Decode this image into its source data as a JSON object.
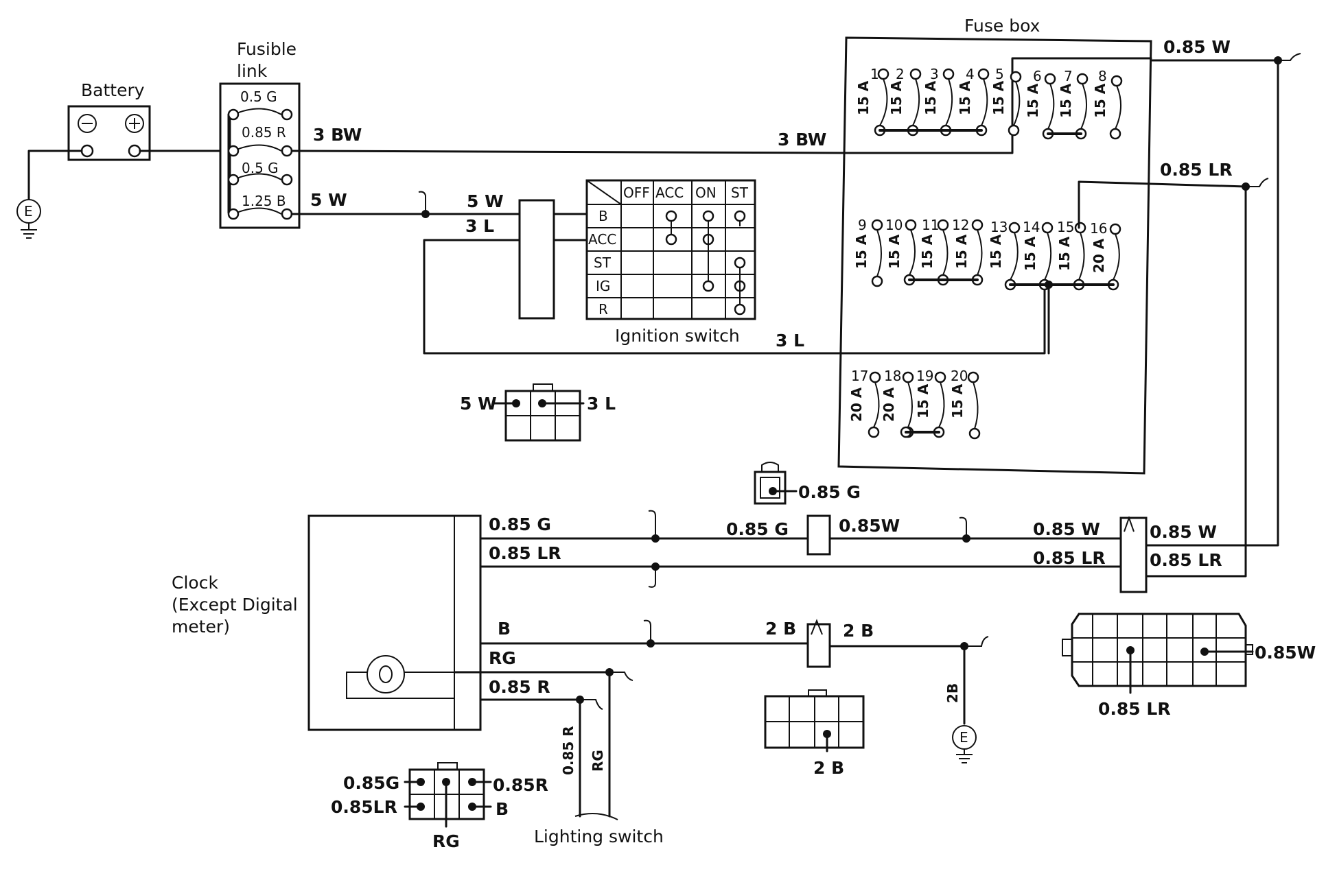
{
  "components": {
    "battery": "Battery",
    "fusible_link": [
      "Fusible",
      "link"
    ],
    "fuse_box": "Fuse box",
    "ignition_switch": "Ignition switch",
    "clock": [
      "Clock",
      "(Except Digital",
      "meter)"
    ],
    "lighting_switch": "Lighting switch",
    "ground": "E"
  },
  "fusible_links": [
    "0.5  G",
    "0.85  R",
    "0.5  G",
    "1.25  B"
  ],
  "ignition_table": {
    "columns": [
      "OFF",
      "ACC",
      "ON",
      "ST"
    ],
    "rows": [
      "B",
      "ACC",
      "ST",
      "IG",
      "R"
    ]
  },
  "fuses": {
    "top": [
      {
        "n": "1",
        "a": "15 A"
      },
      {
        "n": "2",
        "a": "15 A"
      },
      {
        "n": "3",
        "a": "15 A"
      },
      {
        "n": "4",
        "a": "15 A"
      },
      {
        "n": "5",
        "a": "15 A"
      },
      {
        "n": "6",
        "a": "15 A"
      },
      {
        "n": "7",
        "a": "15 A"
      },
      {
        "n": "8",
        "a": "15 A"
      }
    ],
    "middle": [
      {
        "n": "9",
        "a": "15 A"
      },
      {
        "n": "10",
        "a": "15 A"
      },
      {
        "n": "11",
        "a": "15 A"
      },
      {
        "n": "12",
        "a": "15 A"
      },
      {
        "n": "13",
        "a": "15 A"
      },
      {
        "n": "14",
        "a": "15 A"
      },
      {
        "n": "15",
        "a": "15 A"
      },
      {
        "n": "16",
        "a": "20 A"
      }
    ],
    "bottom": [
      {
        "n": "17",
        "a": "20 A"
      },
      {
        "n": "18",
        "a": "20 A"
      },
      {
        "n": "19",
        "a": "15 A"
      },
      {
        "n": "20",
        "a": "15 A"
      }
    ]
  },
  "wires": {
    "w3bw": "3 BW",
    "w5w": "5 W",
    "w3l": "3 L",
    "w085w": "0.85 W",
    "w085lr": "0.85 LR",
    "w085g": "0.85 G",
    "w085w_nospace": "0.85W",
    "w2b": "2 B",
    "w2b_vert": "2B",
    "wb": "B",
    "wrg": "RG",
    "w085r": "0.85 R"
  },
  "connectors": {
    "ign_conn": {
      "left": "5 W",
      "right": "3 L"
    },
    "single_conn": "0.85 G",
    "ground_conn": "2 B",
    "big_conn": {
      "bottom": "0.85 LR",
      "right": "0.85W"
    },
    "clock_conn": {
      "tl": "0.85G",
      "tr": "0.85R",
      "bl": "0.85LR",
      "br": "B",
      "bottom": "RG"
    }
  }
}
